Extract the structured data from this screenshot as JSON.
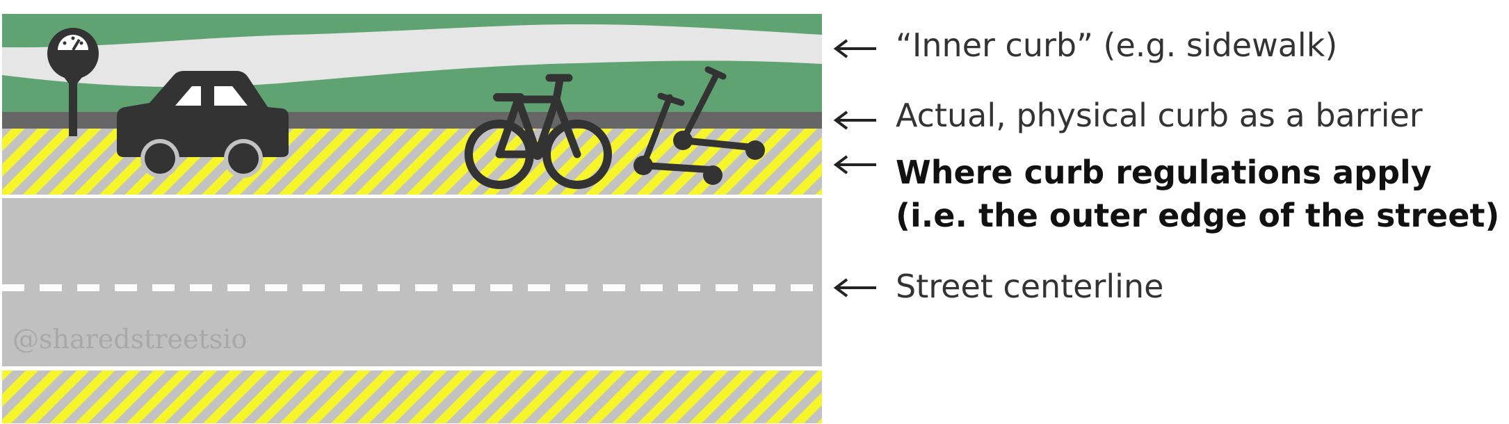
{
  "labels": {
    "inner_curb": "“Inner curb” (e.g. sidewalk)",
    "physical_curb": "Actual, physical curb as a barrier",
    "regulations_line1": "Where curb regulations apply",
    "regulations_line2": "(i.e. the outer edge of the street)",
    "centerline": "Street centerline"
  },
  "watermark": "@sharedstreetsio",
  "icons": [
    "parking-meter-icon",
    "car-icon",
    "bicycle-icon",
    "scooter-icon"
  ],
  "colors": {
    "grass": "#5fa373",
    "sidewalk": "#e6e6e6",
    "curb": "#666666",
    "road": "#c0c0c0",
    "hatch_yellow": "#f5f52a",
    "icon": "#333333",
    "centerline": "#ffffff"
  }
}
